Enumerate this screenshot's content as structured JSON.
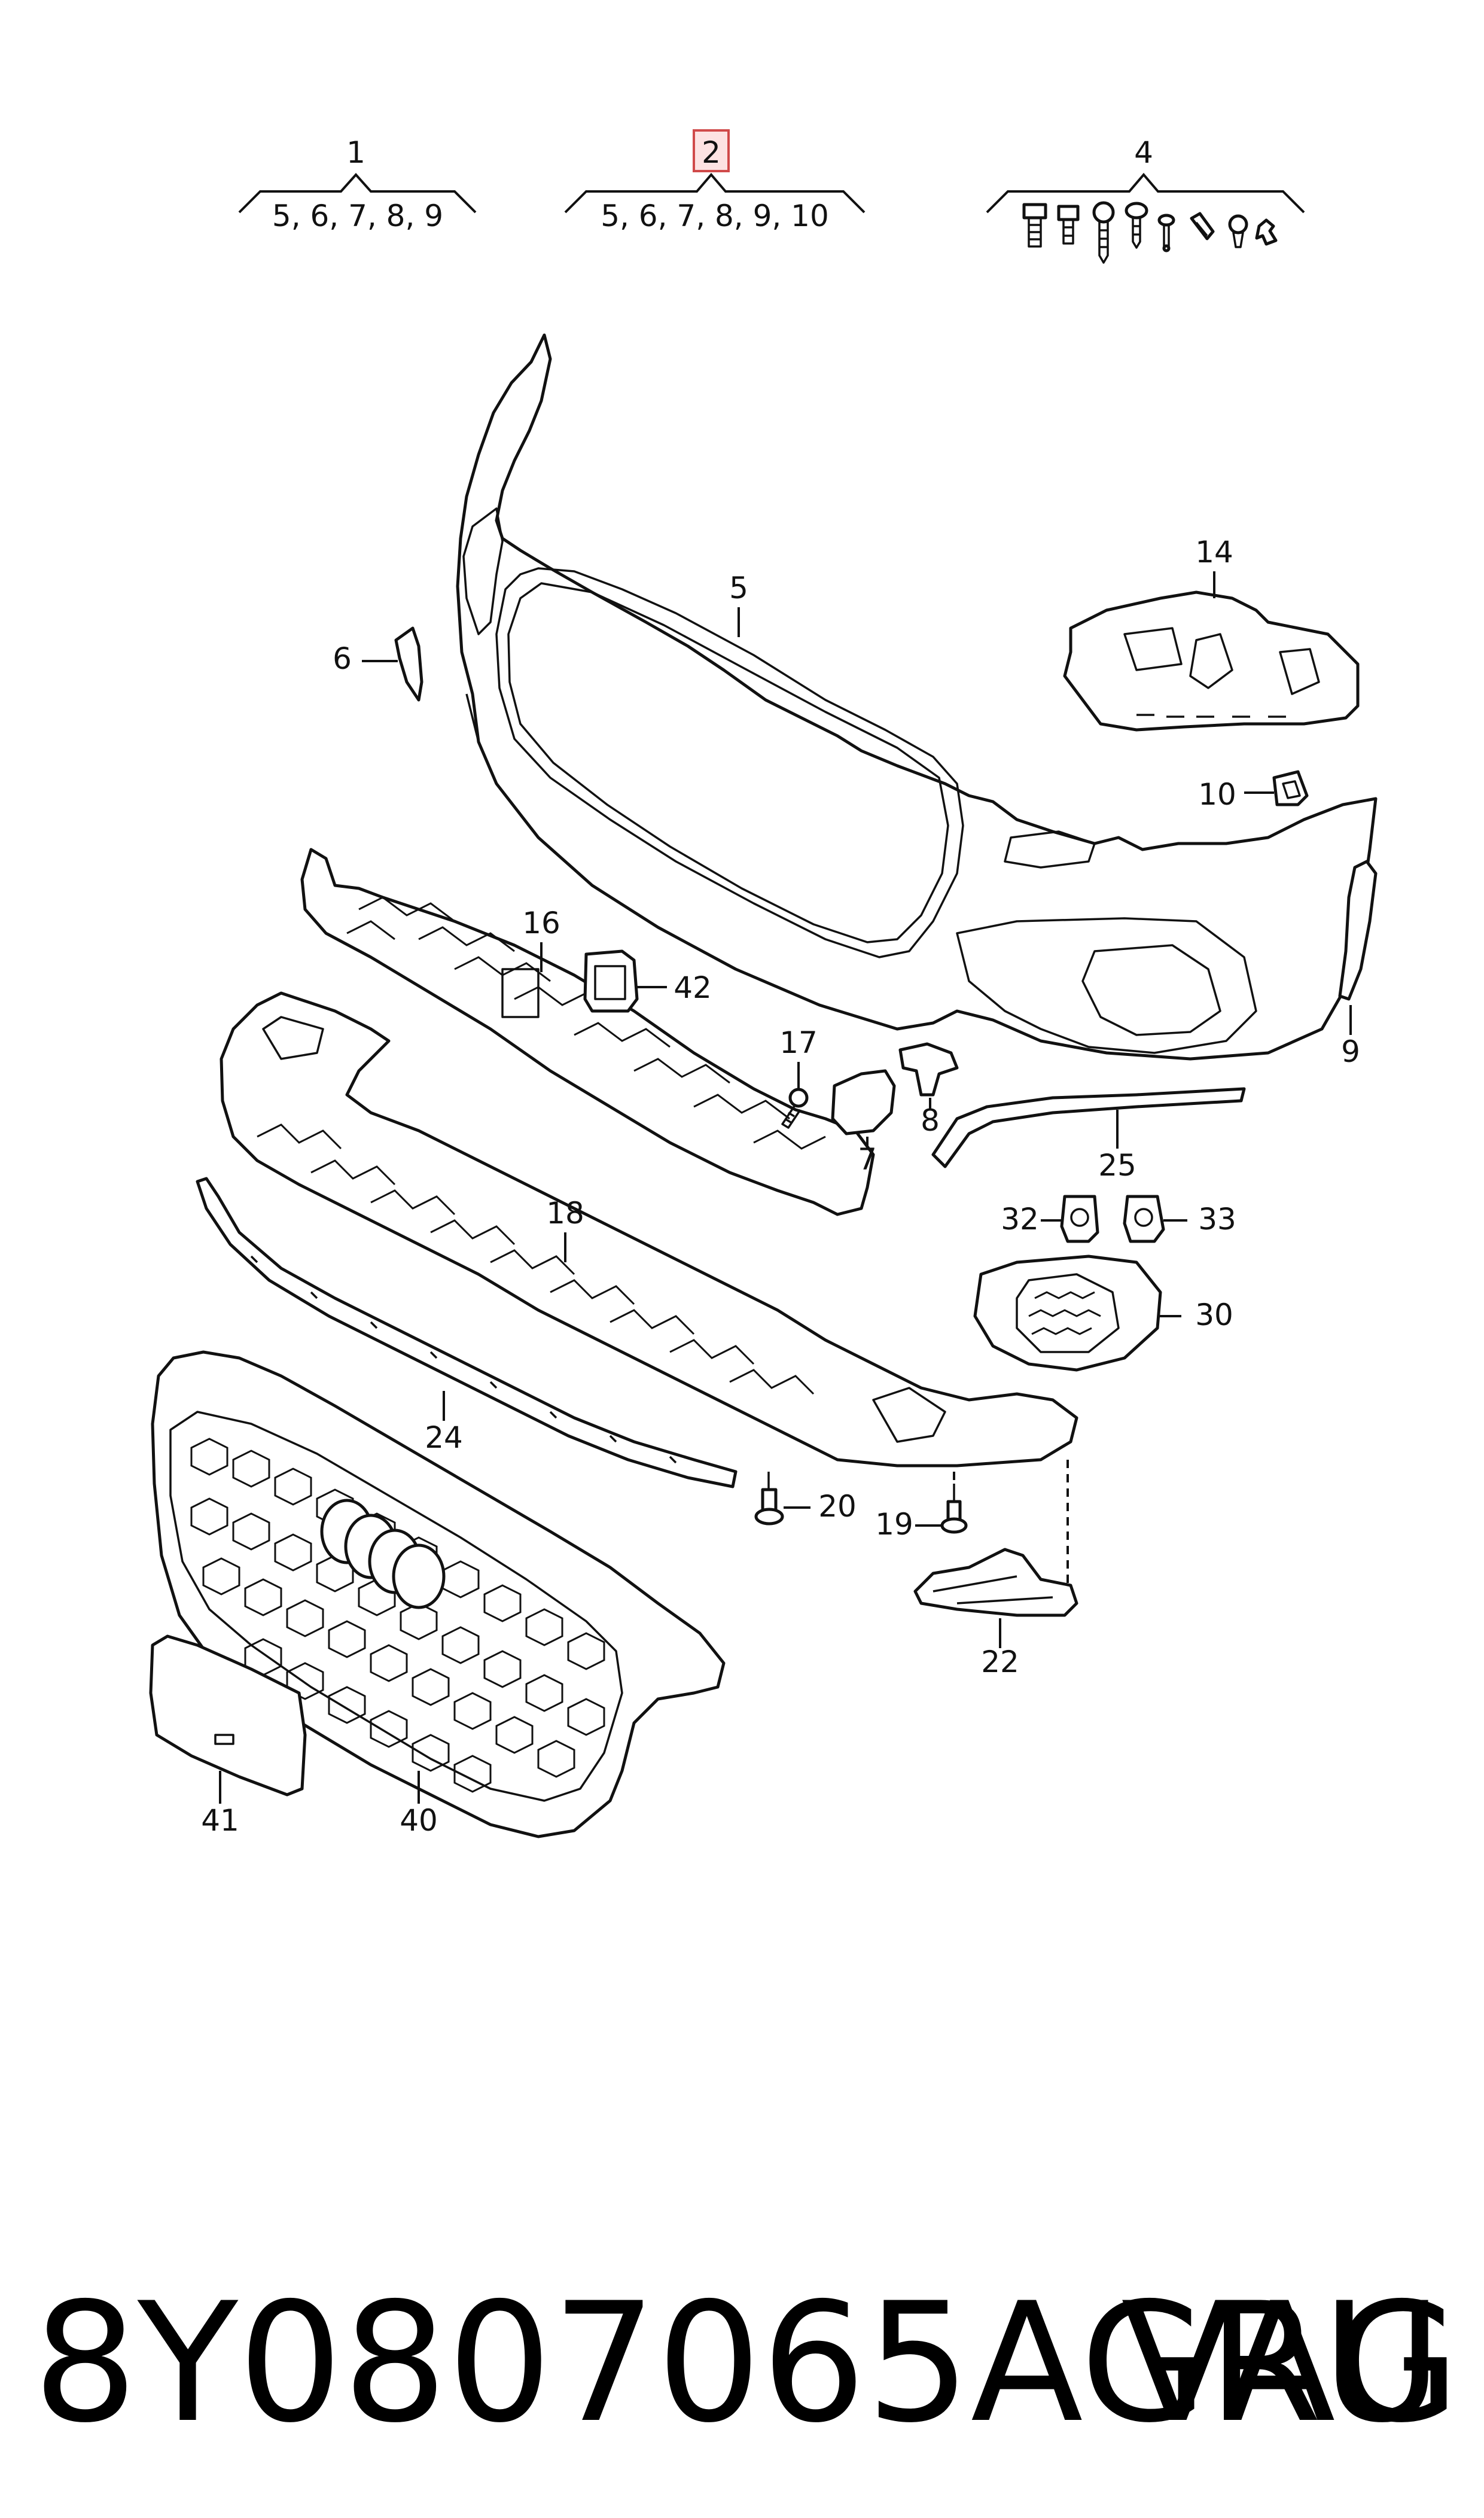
{
  "groups": [
    {
      "number": "1",
      "items": "5, 6, 7, 8, 9",
      "highlighted": false
    },
    {
      "number": "2",
      "items": "5, 6, 7, 8, 9, 10",
      "highlighted": true
    },
    {
      "number": "4",
      "items": "",
      "highlighted": false
    }
  ],
  "callouts": {
    "c5": "5",
    "c6": "6",
    "c7": "7",
    "c8": "8",
    "c9": "9",
    "c10": "10",
    "c14": "14",
    "c16": "16",
    "c17": "17",
    "c18": "18",
    "c19": "19",
    "c20": "20",
    "c22": "22",
    "c24": "24",
    "c25": "25",
    "c30": "30",
    "c32": "32",
    "c33": "33",
    "c40": "40",
    "c41": "41",
    "c42": "42"
  },
  "footer": {
    "part_number": "8Y0807065AGRU",
    "brand": "VAG"
  },
  "colors": {
    "highlight_fill": "#fde2e2",
    "highlight_border": "#d04a4a",
    "line": "#111111"
  }
}
